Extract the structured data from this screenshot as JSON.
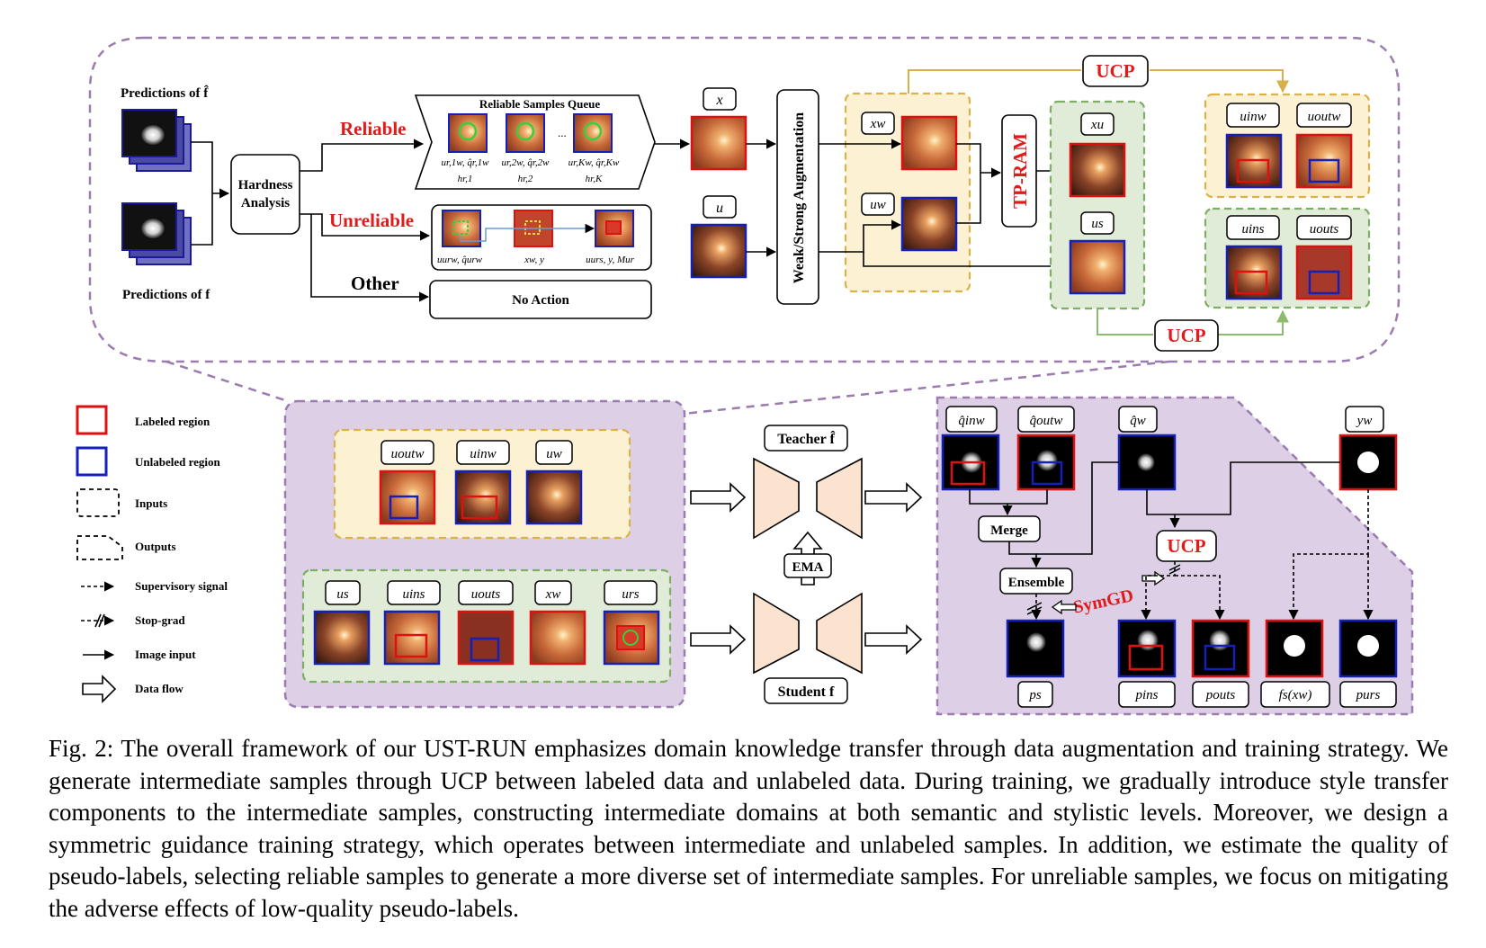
{
  "colors": {
    "labeled": "#e01010",
    "unlabeled": "#1520b8",
    "purple_dash": "#9a7cb0",
    "yellow_panel": "#fdf1d3",
    "yellow_border": "#d9b24a",
    "green_panel": "#e0ecd8",
    "green_border": "#7cae63",
    "purple_panel": "#dccfe6",
    "network": "#fbe3cf",
    "red_text": "#e01b1b",
    "ucp_top_line": "#d8b04a",
    "ucp_bottom_line": "#8ebc6f"
  },
  "top": {
    "pred_fhat": "Predictions of f̂",
    "pred_f": "Predictions of f",
    "hardness": [
      "Hardness",
      "Analysis"
    ],
    "reliable": "Reliable",
    "unreliable": "Unreliable",
    "other": "Other",
    "queue_title": "Reliable Samples Queue",
    "queue_labels": [
      "ur,1w, q̂r,1w",
      "ur,2w, q̂r,2w",
      "ur,Kw, q̂r,Kw"
    ],
    "queue_h": [
      "hr,1",
      "hr,2",
      "hr,K"
    ],
    "ellipsis": "...",
    "unrel_labels": [
      "uurw, q̂urw",
      "xw, y",
      "uurs, y, Mur"
    ],
    "no_action": "No Action",
    "x": "x",
    "u": "u",
    "weak_strong": "Weak/Strong  Augmentation",
    "xw": "xw",
    "uw": "uw",
    "tpram": "TP-RAM",
    "xu": "xu",
    "us": "us",
    "ucp": "UCP",
    "u_in_w": "uinw",
    "u_out_w": "uoutw",
    "u_in_s": "uins",
    "u_out_s": "uouts"
  },
  "legend": {
    "labeled_region": "Labeled region",
    "unlabeled_region": "Unlabeled region",
    "inputs": "Inputs",
    "outputs": "Outputs",
    "supervisory": "Supervisory signal",
    "stopgrad": "Stop-grad",
    "image_input": "Image input",
    "data_flow": "Data flow"
  },
  "bottom": {
    "yellow_labels": [
      "uoutw",
      "uinw",
      "uw"
    ],
    "green_labels": [
      "us",
      "uins",
      "uouts",
      "xw",
      "urs"
    ],
    "teacher": "Teacher f̂",
    "student": "Student f",
    "ema": "EMA",
    "q_labels": [
      "q̂inw",
      "q̂outw",
      "q̂w",
      "yw"
    ],
    "merge": "Merge",
    "ensemble": "Ensemble",
    "ucp": "UCP",
    "symgd": "SymGD",
    "p_labels": [
      "ps",
      "pins",
      "pouts",
      "fs(xw)",
      "purs"
    ]
  },
  "caption": "Fig. 2: The overall framework of our UST-RUN emphasizes domain knowledge transfer through data augmentation and training strategy. We generate intermediate samples through UCP between labeled data and unlabeled data. During training, we gradually introduce style transfer components to the intermediate samples, constructing intermediate domains at both semantic and stylistic levels. Moreover, we design a symmetric guidance training strategy, which operates between intermediate and unlabeled samples. In addition, we estimate the quality of pseudo-labels, selecting reliable samples to generate a more diverse set of intermediate samples. For unreliable samples, we focus on mitigating the adverse effects of low-quality pseudo-labels."
}
